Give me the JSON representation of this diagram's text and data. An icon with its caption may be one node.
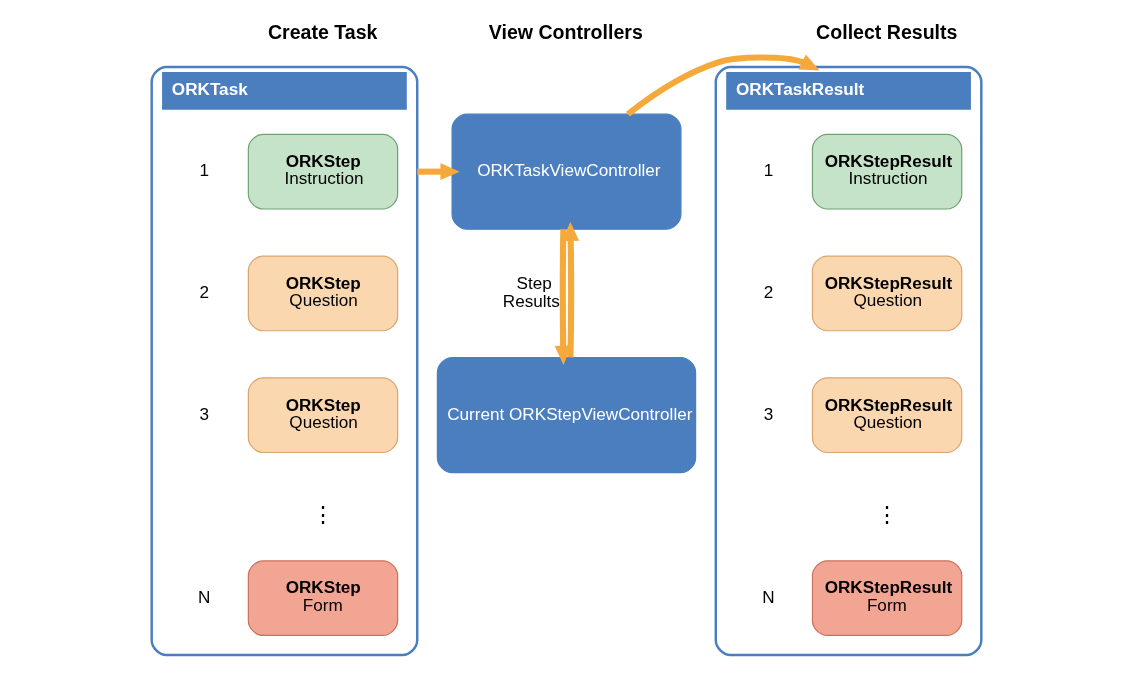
{
  "diagram": {
    "nodes": [
      {
        "text": [
          "ORKTask"
        ]
      },
      {
        "text": [
          "ORKStep",
          "Instruction"
        ],
        "in": 0,
        "beside": [
          "1"
        ]
      },
      {
        "text": [
          "ORKStep",
          "Question"
        ],
        "in": 0,
        "beside": [
          "2"
        ]
      },
      {
        "text": [
          "ORKStep",
          "Question"
        ],
        "in": 0,
        "beside": [
          "3"
        ]
      },
      {
        "text": [
          "ORKStep",
          "Form"
        ],
        "in": 0,
        "beside": [
          "N"
        ]
      },
      {
        "text": [
          "ORKTaskViewController"
        ]
      },
      {
        "text": [
          "Current ORKStepViewController"
        ]
      },
      {
        "text": [
          "ORKTaskResult"
        ]
      },
      {
        "text": [
          "ORKStepResult",
          "Instruction"
        ],
        "in": 7,
        "beside": [
          "1"
        ]
      },
      {
        "text": [
          "ORKStepResult",
          "Question"
        ],
        "in": 7,
        "beside": [
          "2"
        ]
      },
      {
        "text": [
          "ORKStepResult",
          "Question"
        ],
        "in": 7,
        "beside": [
          "3"
        ]
      },
      {
        "text": [
          "ORKStepResult",
          "Form"
        ],
        "in": 7,
        "beside": [
          "N"
        ]
      }
    ],
    "edges": [
      {
        "from": 0,
        "to": 5,
        "arrow": "to"
      },
      {
        "from": 5,
        "to": 7,
        "arrow": "to"
      },
      {
        "from": 5,
        "to": 6,
        "arrow": "to",
        "label": "Step"
      },
      {
        "from": 6,
        "to": 5,
        "arrow": "to",
        "label": "Results"
      }
    ],
    "labels": [
      "Create Task",
      "View Controllers",
      "Collect Results",
      "⋮",
      "⋮"
    ]
  }
}
